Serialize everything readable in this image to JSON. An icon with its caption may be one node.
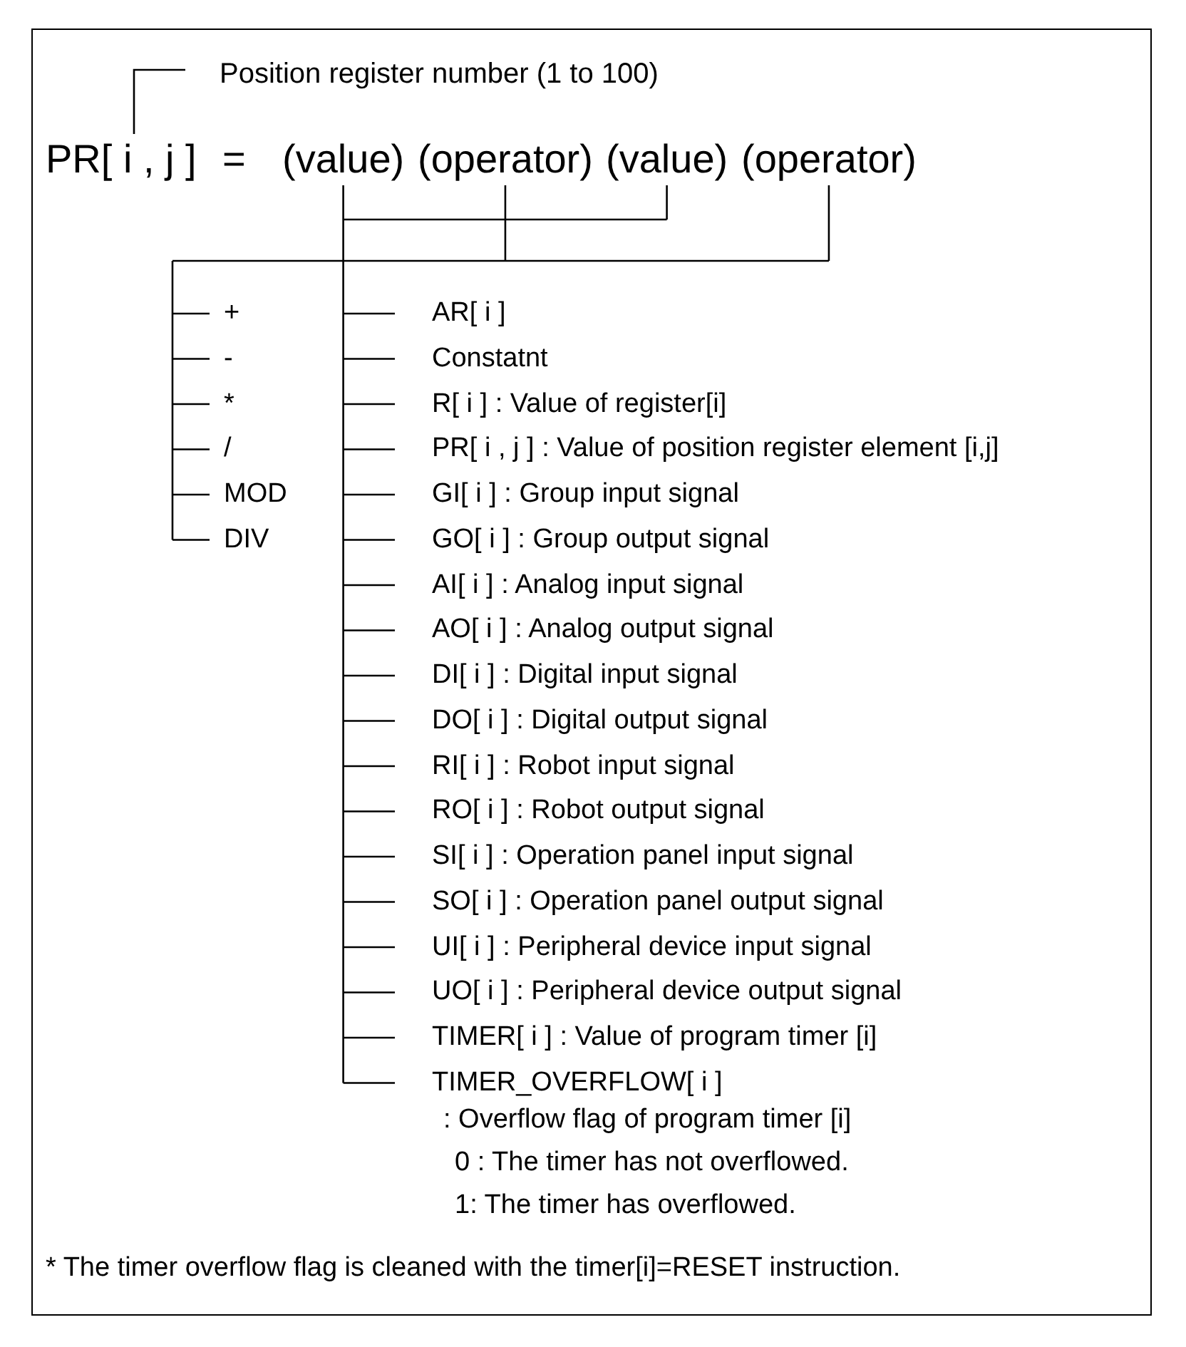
{
  "diagram": {
    "nodes": [
      {
        "text": [
          "Position register number (1 to 100)"
        ]
      },
      {
        "text": [
          "PR[ i , j ]"
        ]
      },
      {
        "text": [
          "(value)"
        ]
      },
      {
        "text": [
          "(operator)"
        ]
      },
      {
        "text": [
          "(value)"
        ]
      },
      {
        "text": [
          "(operator)"
        ]
      },
      {
        "text": [
          "+"
        ]
      },
      {
        "text": [
          "-"
        ]
      },
      {
        "text": [
          "*"
        ]
      },
      {
        "text": [
          "/"
        ]
      },
      {
        "text": [
          "MOD"
        ]
      },
      {
        "text": [
          "DIV"
        ]
      },
      {
        "text": [
          "AR[ i ]"
        ]
      },
      {
        "text": [
          "Constatnt"
        ]
      },
      {
        "text": [
          "R[ i ] : Value of register[i]"
        ]
      },
      {
        "text": [
          "PR[ i , j ] : Value of position register element [i,j]"
        ]
      },
      {
        "text": [
          "GI[ i ] : Group input signal"
        ]
      },
      {
        "text": [
          "GO[ i ] : Group output signal"
        ]
      },
      {
        "text": [
          "AI[ i ] : Analog input signal"
        ]
      },
      {
        "text": [
          "AO[ i ] : Analog output signal"
        ]
      },
      {
        "text": [
          "DI[ i ] : Digital input signal"
        ]
      },
      {
        "text": [
          "DO[ i ] : Digital output signal"
        ]
      },
      {
        "text": [
          "RI[ i ] : Robot input signal"
        ]
      },
      {
        "text": [
          "RO[ i ] : Robot output signal"
        ]
      },
      {
        "text": [
          "SI[ i ] : Operation panel input signal"
        ]
      },
      {
        "text": [
          "SO[ i ] : Operation panel output signal"
        ]
      },
      {
        "text": [
          "UI[ i ] : Peripheral device input signal"
        ]
      },
      {
        "text": [
          "UO[ i ] : Peripheral device output signal"
        ]
      },
      {
        "text": [
          "TIMER[ i ] : Value of program timer [i]"
        ]
      },
      {
        "text": [
          "TIMER_OVERFLOW[ i ]",
          ": Overflow flag of program timer [i]",
          "0 : The timer has not overflowed.",
          "1: The timer has overflowed."
        ]
      }
    ],
    "edges": [
      {
        "from": 0,
        "to": 1,
        "arrow": "none"
      },
      {
        "from": 3,
        "to": 6,
        "arrow": "none"
      },
      {
        "from": 3,
        "to": 7,
        "arrow": "none"
      },
      {
        "from": 3,
        "to": 8,
        "arrow": "none"
      },
      {
        "from": 3,
        "to": 9,
        "arrow": "none"
      },
      {
        "from": 3,
        "to": 10,
        "arrow": "none"
      },
      {
        "from": 3,
        "to": 11,
        "arrow": "none"
      },
      {
        "from": 5,
        "to": 6,
        "arrow": "none"
      },
      {
        "from": 5,
        "to": 7,
        "arrow": "none"
      },
      {
        "from": 5,
        "to": 8,
        "arrow": "none"
      },
      {
        "from": 5,
        "to": 9,
        "arrow": "none"
      },
      {
        "from": 5,
        "to": 10,
        "arrow": "none"
      },
      {
        "from": 5,
        "to": 11,
        "arrow": "none"
      },
      {
        "from": 2,
        "to": 12,
        "arrow": "none"
      },
      {
        "from": 2,
        "to": 13,
        "arrow": "none"
      },
      {
        "from": 2,
        "to": 14,
        "arrow": "none"
      },
      {
        "from": 2,
        "to": 15,
        "arrow": "none"
      },
      {
        "from": 2,
        "to": 16,
        "arrow": "none"
      },
      {
        "from": 2,
        "to": 17,
        "arrow": "none"
      },
      {
        "from": 2,
        "to": 18,
        "arrow": "none"
      },
      {
        "from": 2,
        "to": 19,
        "arrow": "none"
      },
      {
        "from": 2,
        "to": 20,
        "arrow": "none"
      },
      {
        "from": 2,
        "to": 21,
        "arrow": "none"
      },
      {
        "from": 2,
        "to": 22,
        "arrow": "none"
      },
      {
        "from": 2,
        "to": 23,
        "arrow": "none"
      },
      {
        "from": 2,
        "to": 24,
        "arrow": "none"
      },
      {
        "from": 2,
        "to": 25,
        "arrow": "none"
      },
      {
        "from": 2,
        "to": 26,
        "arrow": "none"
      },
      {
        "from": 2,
        "to": 27,
        "arrow": "none"
      },
      {
        "from": 2,
        "to": 28,
        "arrow": "none"
      },
      {
        "from": 2,
        "to": 29,
        "arrow": "none"
      },
      {
        "from": 4,
        "to": 12,
        "arrow": "none"
      },
      {
        "from": 4,
        "to": 13,
        "arrow": "none"
      },
      {
        "from": 4,
        "to": 14,
        "arrow": "none"
      },
      {
        "from": 4,
        "to": 15,
        "arrow": "none"
      },
      {
        "from": 4,
        "to": 16,
        "arrow": "none"
      },
      {
        "from": 4,
        "to": 17,
        "arrow": "none"
      },
      {
        "from": 4,
        "to": 18,
        "arrow": "none"
      },
      {
        "from": 4,
        "to": 19,
        "arrow": "none"
      },
      {
        "from": 4,
        "to": 20,
        "arrow": "none"
      },
      {
        "from": 4,
        "to": 21,
        "arrow": "none"
      },
      {
        "from": 4,
        "to": 22,
        "arrow": "none"
      },
      {
        "from": 4,
        "to": 23,
        "arrow": "none"
      },
      {
        "from": 4,
        "to": 24,
        "arrow": "none"
      },
      {
        "from": 4,
        "to": 25,
        "arrow": "none"
      },
      {
        "from": 4,
        "to": 26,
        "arrow": "none"
      },
      {
        "from": 4,
        "to": 27,
        "arrow": "none"
      },
      {
        "from": 4,
        "to": 28,
        "arrow": "none"
      },
      {
        "from": 4,
        "to": 29,
        "arrow": "none"
      }
    ],
    "labels": [
      "=",
      "* The timer overflow flag is cleaned with the timer[i]=RESET instruction."
    ]
  }
}
